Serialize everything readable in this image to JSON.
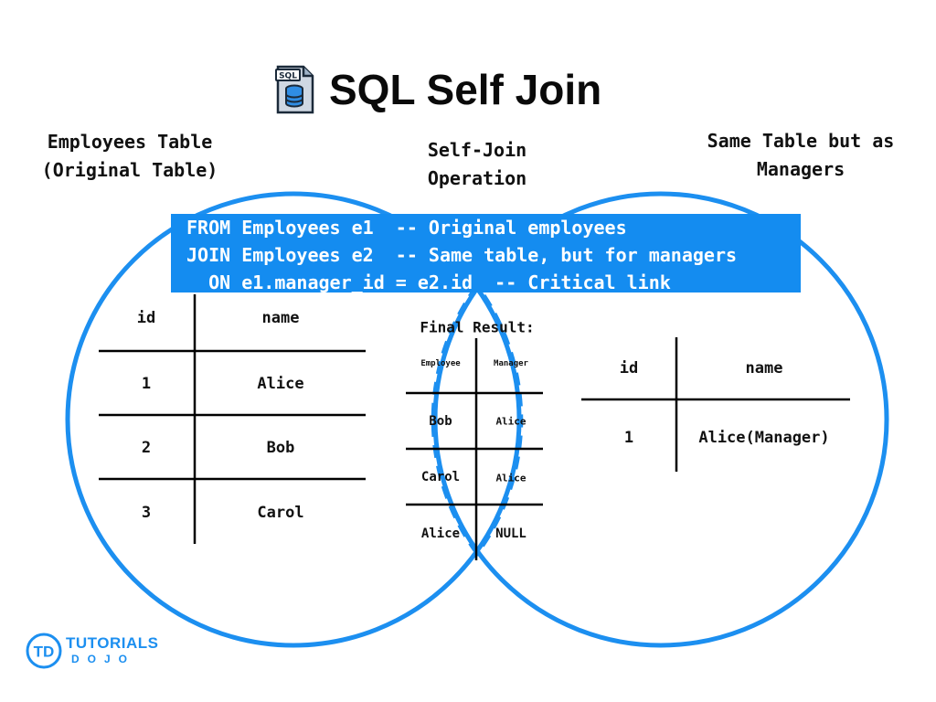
{
  "title": "SQL Self Join",
  "labels": {
    "left": [
      "Employees Table",
      "(Original Table)"
    ],
    "center": [
      "Self-Join",
      "Operation"
    ],
    "right": [
      "Same Table but as",
      "Managers"
    ]
  },
  "code": {
    "lines": [
      "FROM Employees e1  -- Original employees",
      "JOIN Employees e2  -- Same table, but for managers",
      "  ON e1.manager_id = e2.id  -- Critical link"
    ]
  },
  "left_table": {
    "headers": [
      "id",
      "name"
    ],
    "rows": [
      [
        "1",
        "Alice"
      ],
      [
        "2",
        "Bob"
      ],
      [
        "3",
        "Carol"
      ]
    ]
  },
  "result": {
    "title": "Final Result:",
    "headers": [
      "Employee",
      "Manager"
    ],
    "rows": [
      [
        "Bob",
        "Alice"
      ],
      [
        "Carol",
        "Alice"
      ],
      [
        "Alice",
        "NULL"
      ]
    ]
  },
  "right_table": {
    "headers": [
      "id",
      "name"
    ],
    "rows": [
      [
        "1",
        "Alice(Manager)"
      ]
    ]
  },
  "logo": {
    "line1": "TUTORIALS",
    "line2": "DOJO",
    "mark": "TD"
  },
  "colors": {
    "accent": "#148cf0",
    "circle": "#1c8ff0",
    "text": "#111111"
  },
  "icons": {
    "title_icon": "sql-database-file-icon"
  }
}
